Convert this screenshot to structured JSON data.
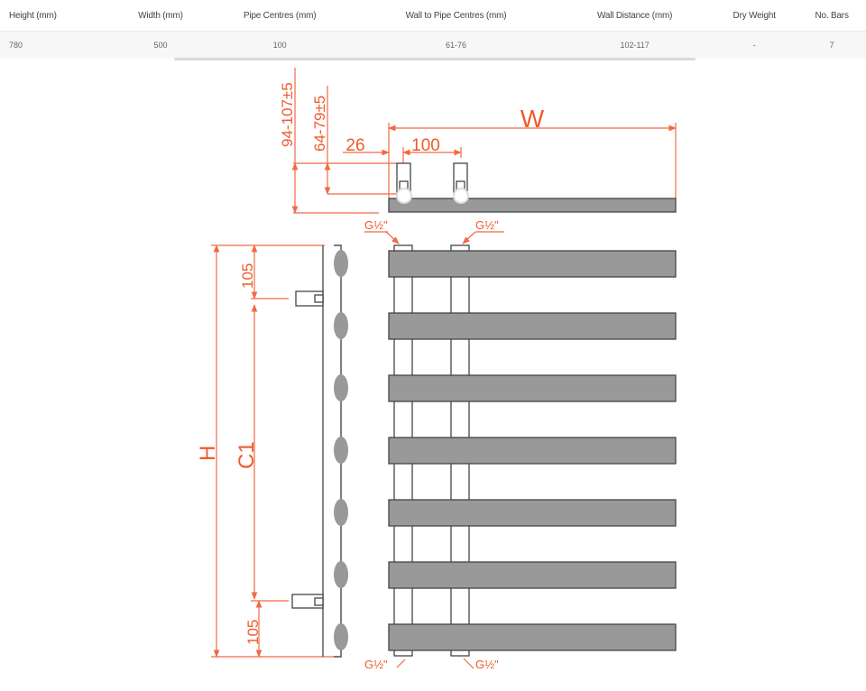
{
  "spec_table": {
    "headers": [
      "Height (mm)",
      "Width (mm)",
      "Pipe Centres (mm)",
      "Wall to Pipe Centres (mm)",
      "Wall Distance (mm)",
      "Dry Weight",
      "No. Bars"
    ],
    "row": [
      "780",
      "500",
      "100",
      "61-76",
      "102-117",
      "-",
      "7"
    ]
  },
  "drawing": {
    "top_view": {
      "width_label": "W",
      "offset_label": "26",
      "pipe_centres_label": "100",
      "wall_distance_label": "94-107±5",
      "wall_to_pipe_label": "64-79±5"
    },
    "side_view": {
      "height_label": "H",
      "centres_label": "C1",
      "top_offset_label": "105",
      "bottom_offset_label": "105"
    },
    "front_view": {
      "bar_count": 7,
      "connection_labels": [
        "G½\"",
        "G½\"",
        "G½\"",
        "G½\""
      ]
    },
    "colors": {
      "dimension": "#ef6a45",
      "bar_fill": "#999999",
      "outline": "#444444"
    }
  }
}
